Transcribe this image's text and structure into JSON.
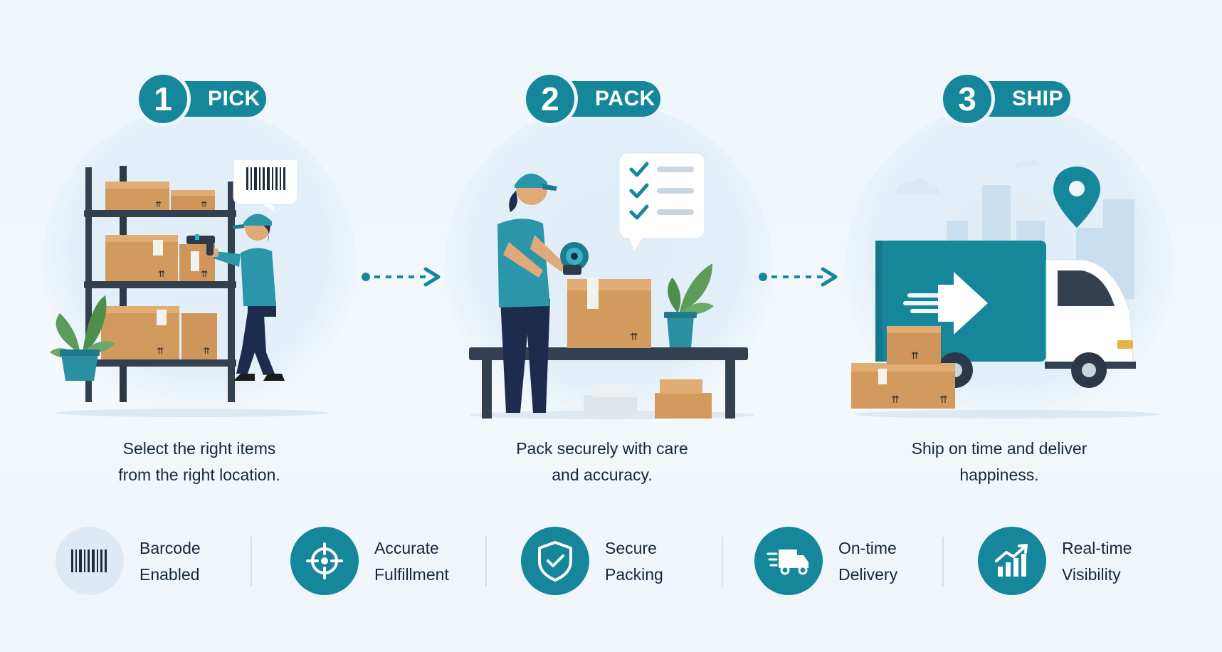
{
  "steps": [
    {
      "number": "1",
      "title": "PICK",
      "caption_line1": "Select the right items",
      "caption_line2": "from the right location."
    },
    {
      "number": "2",
      "title": "PACK",
      "caption_line1": "Pack securely with care",
      "caption_line2": "and accuracy."
    },
    {
      "number": "3",
      "title": "SHIP",
      "caption_line1": "Ship on time and deliver",
      "caption_line2": "happiness."
    }
  ],
  "features": [
    {
      "line1": "Barcode",
      "line2": "Enabled",
      "icon": "barcode-icon"
    },
    {
      "line1": "Accurate",
      "line2": "Fulfillment",
      "icon": "target-icon"
    },
    {
      "line1": "Secure",
      "line2": "Packing",
      "icon": "shield-check-icon"
    },
    {
      "line1": "On-time",
      "line2": "Delivery",
      "icon": "fast-truck-icon"
    },
    {
      "line1": "Real-time",
      "line2": "Visibility",
      "icon": "growth-chart-icon"
    }
  ],
  "colors": {
    "accent": "#16869a",
    "dark_text": "#16263d",
    "box": "#d39a5e",
    "shelf": "#33404f",
    "background": "#eef5fb"
  }
}
